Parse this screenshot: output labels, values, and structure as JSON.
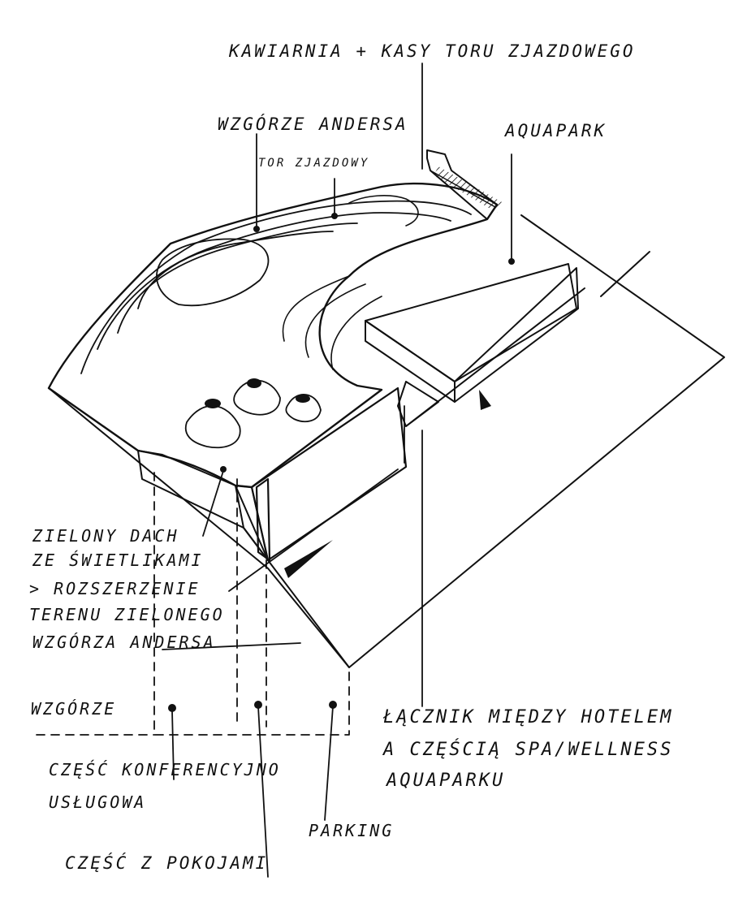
{
  "labels": {
    "kawiarnia": "KAWIARNIA + KASY TORU ZJAZDOWEGO",
    "wzgorze_andersa": "WZGÓRZE ANDERSA",
    "tor_zjazdowy": "TOR ZJAZDOWY",
    "aquapark": "AQUAPARK",
    "zielony_dach_1": "ZIELONY DACH",
    "zielony_dach_2": "ZE ŚWIETLIKAMI",
    "rozszerzenie_1": "> ROZSZERZENIE",
    "rozszerzenie_2": "TERENU ZIELONEGO",
    "rozszerzenie_3": "WZGÓRZA ANDERSA",
    "wzgorze": "WZGÓRZE",
    "lacznik_1": "ŁĄCZNIK MIĘDZY HOTELEM",
    "lacznik_2": "A CZĘŚCIĄ SPA/WELLNESS",
    "lacznik_3": "AQUAPARKU",
    "czesc_konf_1": "CZĘŚĆ KONFERENCYJNO",
    "czesc_konf_2": "USŁUGOWA",
    "parking": "PARKING",
    "czesc_pokoje": "CZĘŚĆ Z POKOJAMI"
  },
  "colors": {
    "ink": "#111111",
    "paper": "#ffffff"
  }
}
